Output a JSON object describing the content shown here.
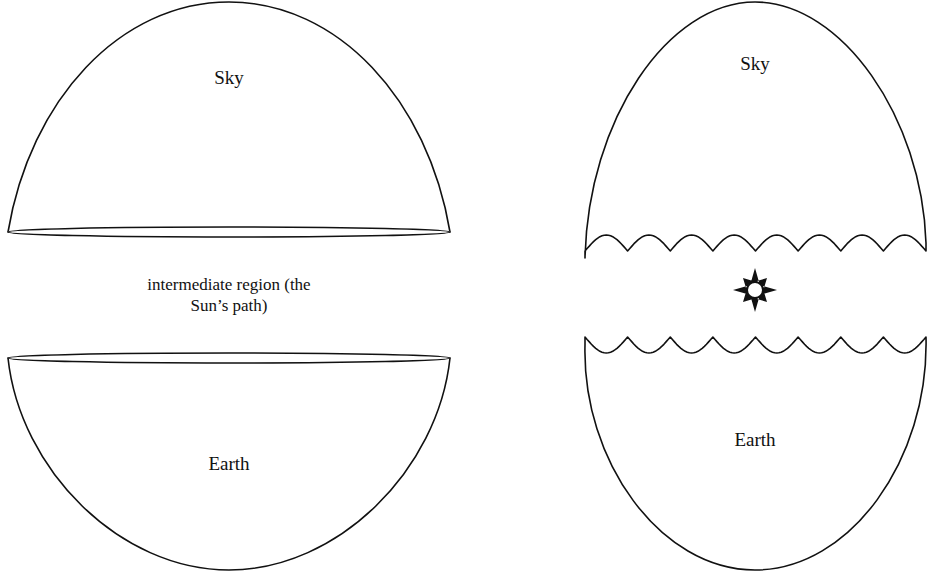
{
  "diagram": {
    "nodes": [
      {
        "text": [
          "Sky"
        ]
      },
      {
        "text": [
          "Earth"
        ]
      },
      {
        "text": [
          "Sky"
        ]
      },
      {
        "text": [
          "Earth"
        ]
      }
    ],
    "labels": [
      "intermediate region (the Sun’s path)"
    ]
  }
}
